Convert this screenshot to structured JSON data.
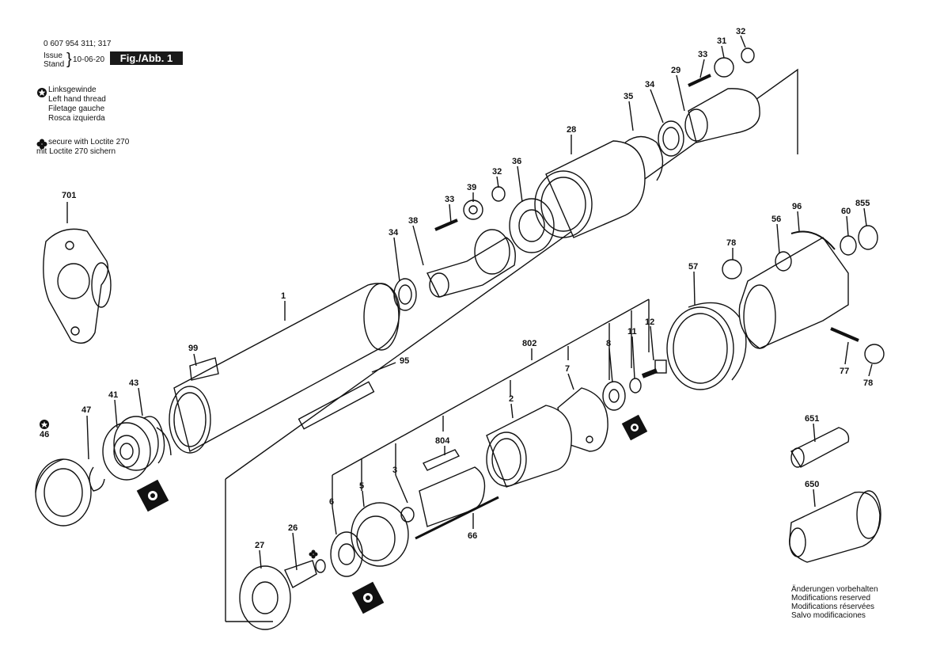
{
  "header": {
    "part_number": "0 607 954 311; 317",
    "issue_label": "Issue",
    "stand_label": "Stand",
    "date": "10-06-20",
    "figure": "Fig./Abb. 1"
  },
  "legend": {
    "left_hand_thread": [
      "Linksgewinde",
      "Left hand thread",
      "Filetage gauche",
      "Rosca izquierda"
    ],
    "loctite": [
      "secure with Loctite 270",
      "mit Loctite 270 sichern"
    ]
  },
  "modifications": [
    "Änderungen vorbehalten",
    "Modifications reserved",
    "Modifications réservées",
    "Salvo modificaciones"
  ],
  "part_labels": [
    "1",
    "2",
    "3",
    "5",
    "6",
    "7",
    "8",
    "11",
    "12",
    "26",
    "27",
    "28",
    "29",
    "31",
    "32",
    "33",
    "34",
    "35",
    "36",
    "38",
    "39",
    "41",
    "43",
    "46",
    "47",
    "56",
    "57",
    "60",
    "66",
    "77",
    "78",
    "95",
    "96",
    "99",
    "650",
    "651",
    "701",
    "802",
    "804",
    "855"
  ],
  "icons": [
    "left-hand-thread-icon",
    "loctite-icon",
    "bearing-symbol-icon"
  ]
}
